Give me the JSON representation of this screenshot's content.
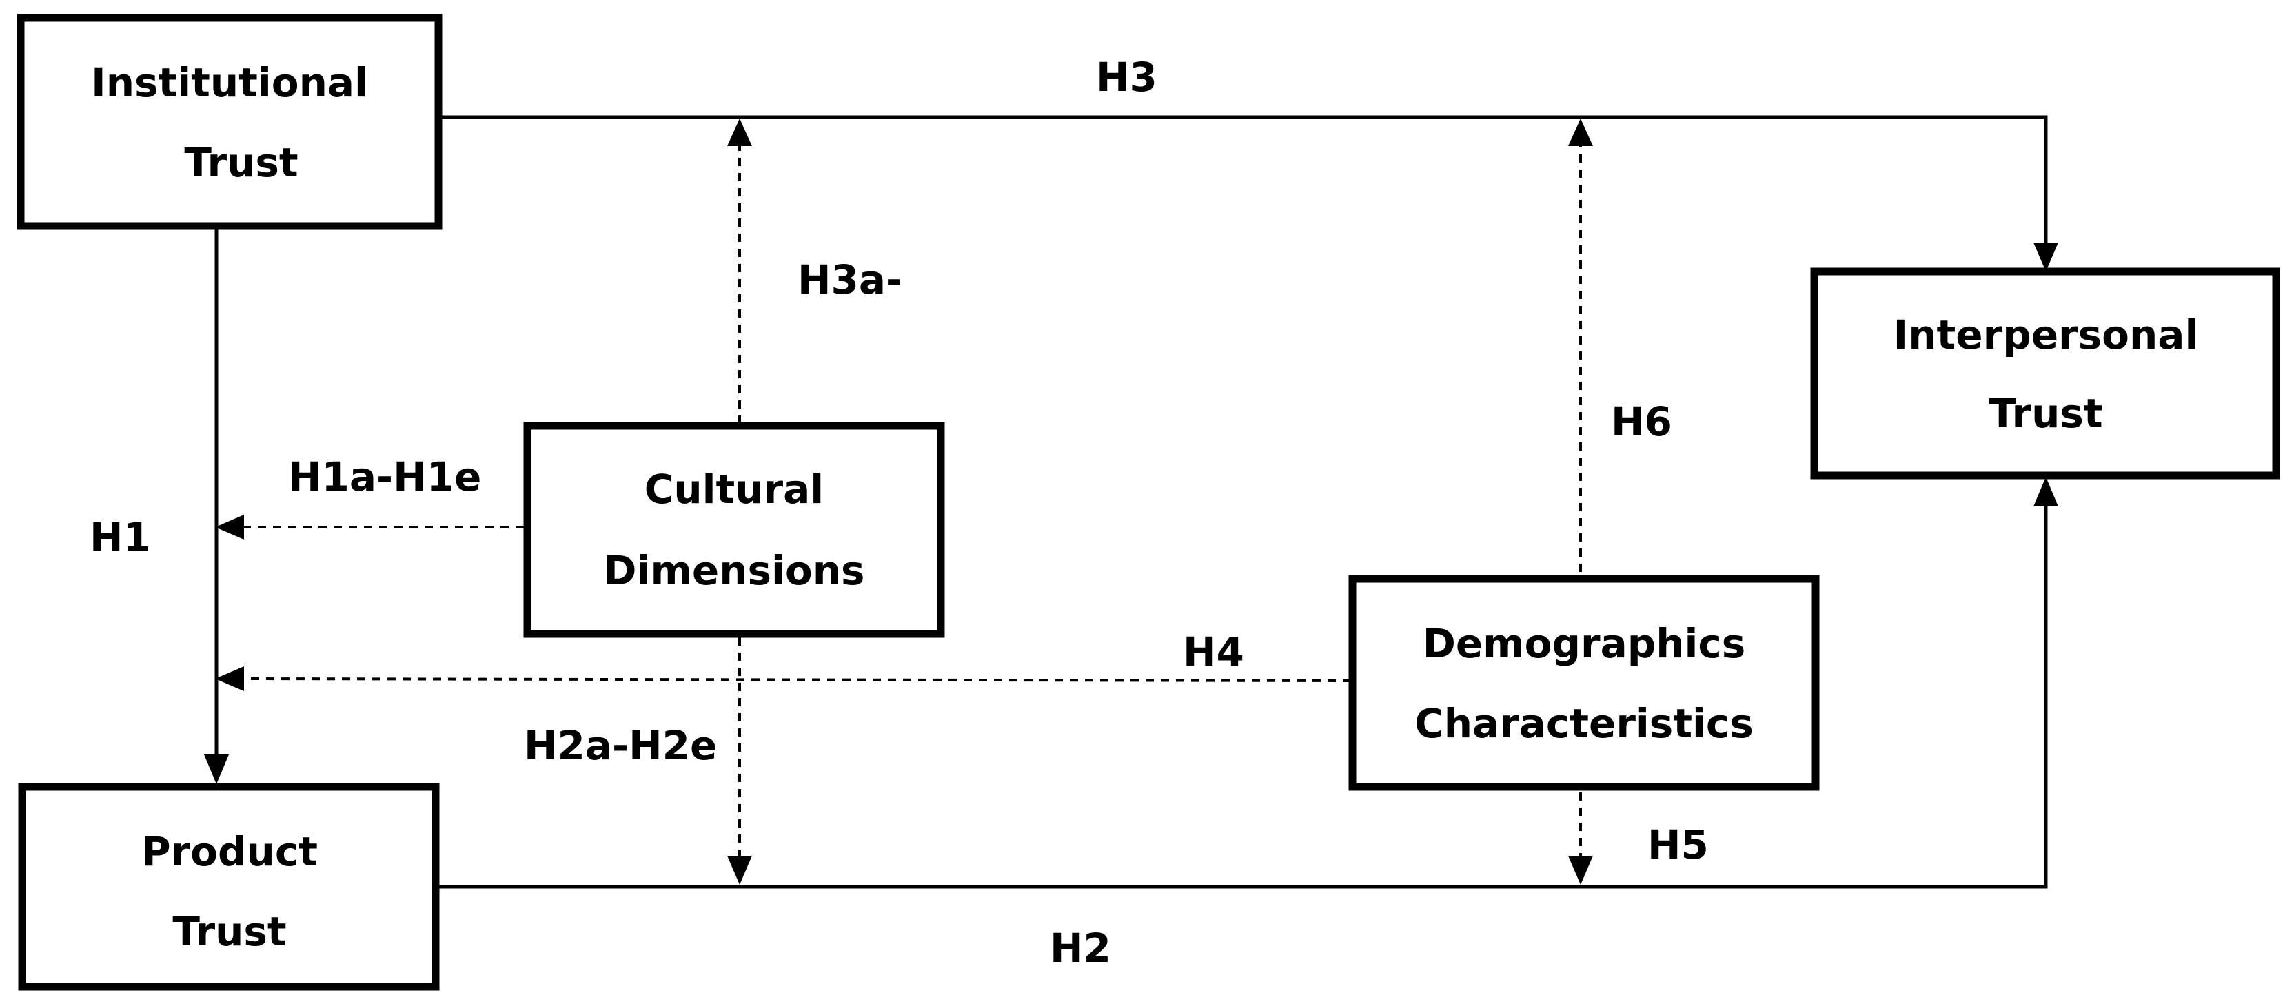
{
  "nodes": {
    "institutional": {
      "line1": "Institutional",
      "line2": "Trust"
    },
    "product": {
      "line1": "Product",
      "line2": "Trust"
    },
    "cultural": {
      "line1": "Cultural",
      "line2": "Dimensions"
    },
    "demographics": {
      "line1": "Demographics",
      "line2": "Characteristics"
    },
    "interpersonal": {
      "line1": "Interpersonal",
      "line2": "Trust"
    }
  },
  "labels": {
    "h1": "H1",
    "h1a_h1e": "H1a-H1e",
    "h2": "H2",
    "h2a_h2e": "H2a-H2e",
    "h3": "H3",
    "h3a": "H3a-",
    "h4": "H4",
    "h5": "H5",
    "h6": "H6"
  },
  "colors": {
    "line": "#000000",
    "background": "#ffffff"
  }
}
